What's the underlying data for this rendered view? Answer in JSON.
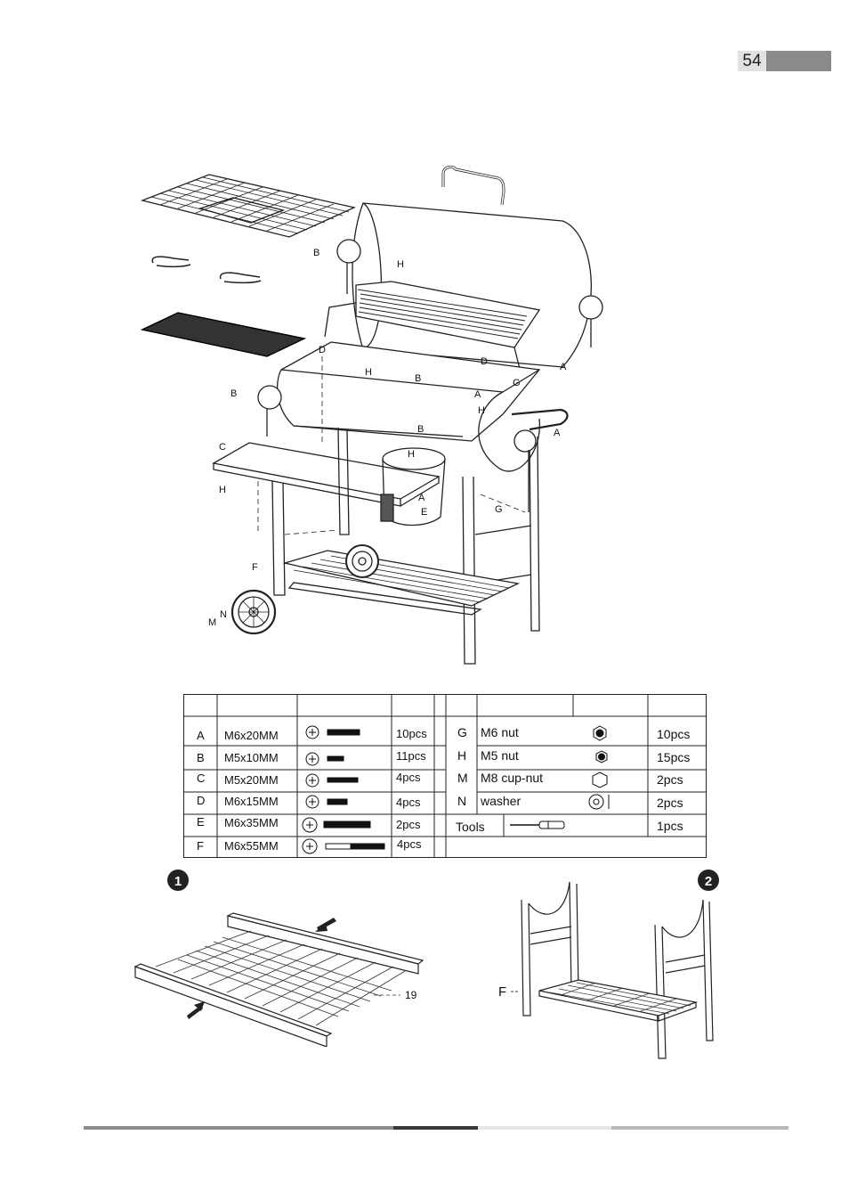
{
  "page": {
    "number": "54"
  },
  "diagram_labels": {
    "main": [
      "B",
      "H",
      "D",
      "H",
      "B",
      "D",
      "A",
      "G",
      "A",
      "H",
      "B",
      "B",
      "H",
      "A",
      "C",
      "H",
      "F",
      "A",
      "E",
      "G",
      "M",
      "N"
    ],
    "step1_callout": "19",
    "step2_callout": "F"
  },
  "steps": [
    "1",
    "2"
  ],
  "parts_table": {
    "left": [
      {
        "letter": "A",
        "size": "M6x20MM",
        "qty": "10pcs"
      },
      {
        "letter": "B",
        "size": "M5x10MM",
        "qty": "11pcs"
      },
      {
        "letter": "C",
        "size": "M5x20MM",
        "qty": "4pcs"
      },
      {
        "letter": "D",
        "size": "M6x15MM",
        "qty": "4pcs"
      },
      {
        "letter": "E",
        "size": "M6x35MM",
        "qty": "2pcs"
      },
      {
        "letter": "F",
        "size": "M6x55MM",
        "qty": "4pcs"
      }
    ],
    "right": [
      {
        "letter": "G",
        "name": "M6 nut",
        "qty": "10pcs"
      },
      {
        "letter": "H",
        "name": "M5 nut",
        "qty": "15pcs"
      },
      {
        "letter": "M",
        "name": "M8 cup-nut",
        "qty": "2pcs"
      },
      {
        "letter": "N",
        "name": "washer",
        "qty": "2pcs"
      }
    ],
    "tools": {
      "name": "Tools",
      "qty": "1pcs"
    }
  }
}
